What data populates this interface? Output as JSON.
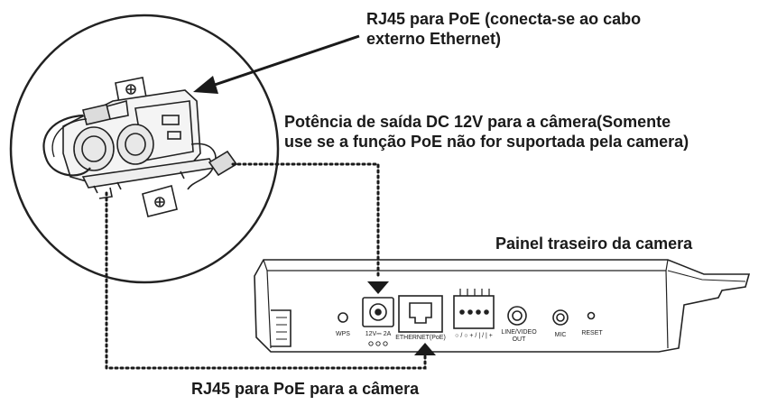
{
  "callouts": {
    "rj45_external_line1": "RJ45 para PoE (conecta-se ao cabo",
    "rj45_external_line2": "externo Ethernet)",
    "dc_output_line1": "Potência de saída DC 12V para a câmera(Somente",
    "dc_output_line2": "use se a função PoE não for suportada pela camera)",
    "rear_panel": "Painel traseiro da camera",
    "rj45_camera": "RJ45 para PoE para a câmera"
  },
  "panel_labels": {
    "wps": "WPS",
    "power": "12V⎓ 2A",
    "ethernet": "ETHERNET(PoE)",
    "io": "○ / ○ + / | / | +",
    "line_video_1": "LINE/VIDEO",
    "line_video_2": "OUT",
    "mic": "MIC",
    "reset": "RESET"
  },
  "colors": {
    "ink": "#1a1a1a",
    "line": "#222222",
    "background": "#ffffff"
  }
}
